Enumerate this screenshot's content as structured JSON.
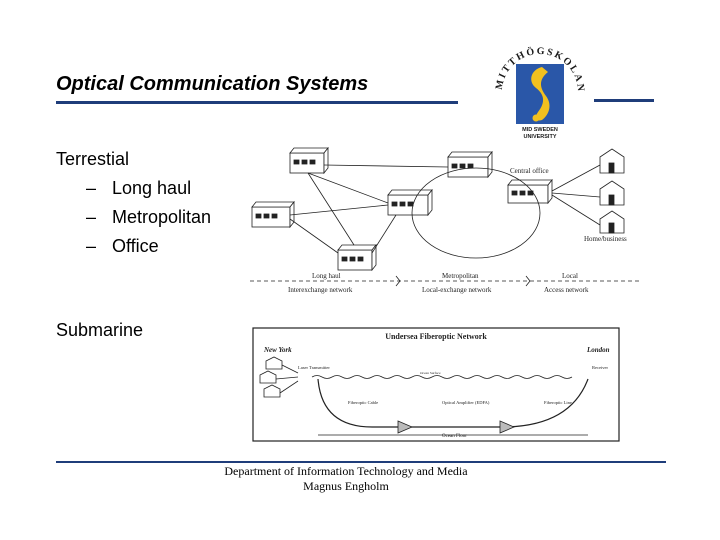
{
  "header": {
    "title": "Optical Communication Systems"
  },
  "logo": {
    "ring_text": "MITTHÖGSKOLAN",
    "sub_line1": "MID SWEDEN",
    "sub_line2": "UNIVERSITY",
    "colors": {
      "blue": "#2a57a8",
      "yellow": "#f2c01e",
      "dark": "#1a1a1a"
    }
  },
  "content": {
    "bullet1": "Terrestial",
    "subitems": [
      "Long haul",
      "Metropolitan",
      "Office"
    ],
    "dash": "–",
    "bullet2": "Submarine"
  },
  "terrestrial_diagram": {
    "central_office": "Central office",
    "home_business": "Home/business",
    "long_haul": "Long haul",
    "metropolitan": "Metropolitan",
    "local": "Local",
    "interexchange": "Interexchange network",
    "local_exchange": "Local-exchange network",
    "access": "Access network"
  },
  "submarine_diagram": {
    "title": "Undersea Fiberoptic Network",
    "new_york": "New York",
    "london": "London",
    "transmitter": "Laser Transmitter",
    "receiver": "Receiver",
    "fiberoptic_cable": "Fiberoptic Cable",
    "optical_amplifier": "Optical Amplifier (EDFA)",
    "fiberoptic_line": "Fiberoptic Line",
    "ocean_floor": "Ocean Floor",
    "ocean_surface": "Ocean Surface"
  },
  "footer": {
    "line1": "Department of Information Technology and Media",
    "line2": "Magnus Engholm"
  }
}
